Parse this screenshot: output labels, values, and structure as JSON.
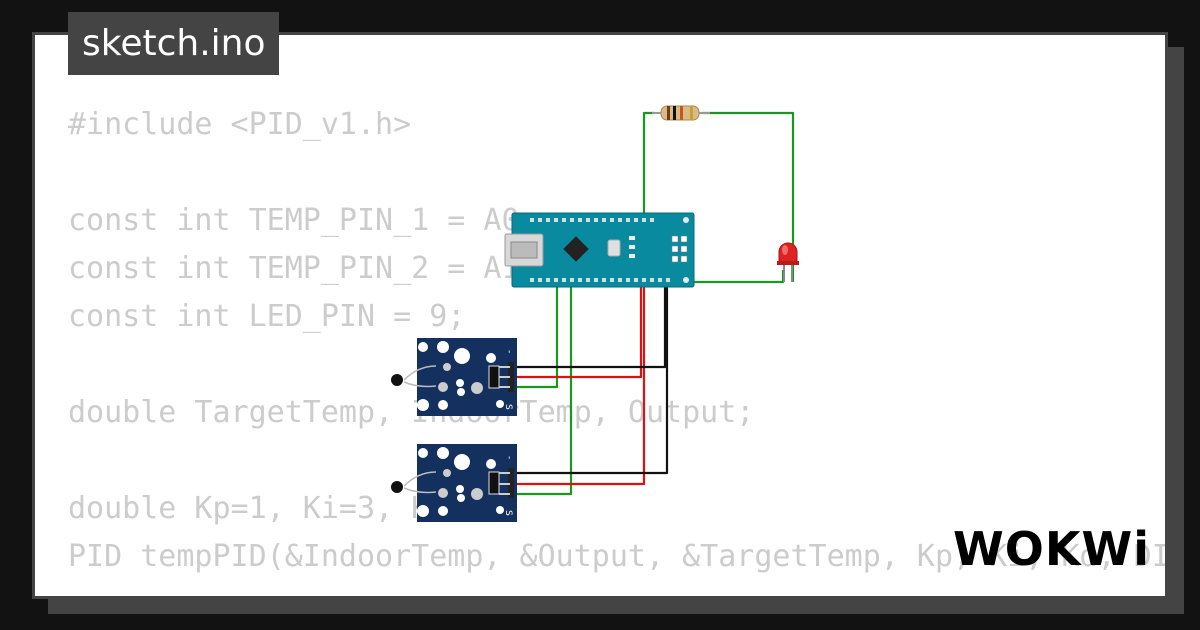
{
  "window": {
    "title": "sketch.ino"
  },
  "code_lines": [
    "#include <PID_v1.h>",
    "",
    "const int TEMP_PIN_1 = A0;",
    "const int TEMP_PIN_2 = A1;",
    "const int LED_PIN = 9;",
    "",
    "double TargetTemp, IndoorTemp, Output;",
    "",
    "double Kp=1, Ki=3, Kd=2;",
    "PID tempPID(&IndoorTemp, &Output, &TargetTemp, Kp, Ki, Kd, DIRECT);"
  ],
  "brand": {
    "logo_text": "WOKWi"
  },
  "sensor_labels": {
    "pin_signal": "S",
    "pin_minus": "-"
  },
  "colors": {
    "background": "#121212",
    "card_border": "#444444",
    "code_text": "#cccccc",
    "board_blue": "#0a8a9e",
    "sensor_blue": "#14305e",
    "wire_green": "#18981c",
    "wire_red": "#dd1111",
    "wire_black": "#111111",
    "led_red": "#dd2222"
  },
  "icons": {
    "board": "arduino-nano-icon",
    "resistor": "resistor-icon",
    "led": "red-led-icon",
    "sensor": "ntc-temperature-sensor-icon"
  }
}
